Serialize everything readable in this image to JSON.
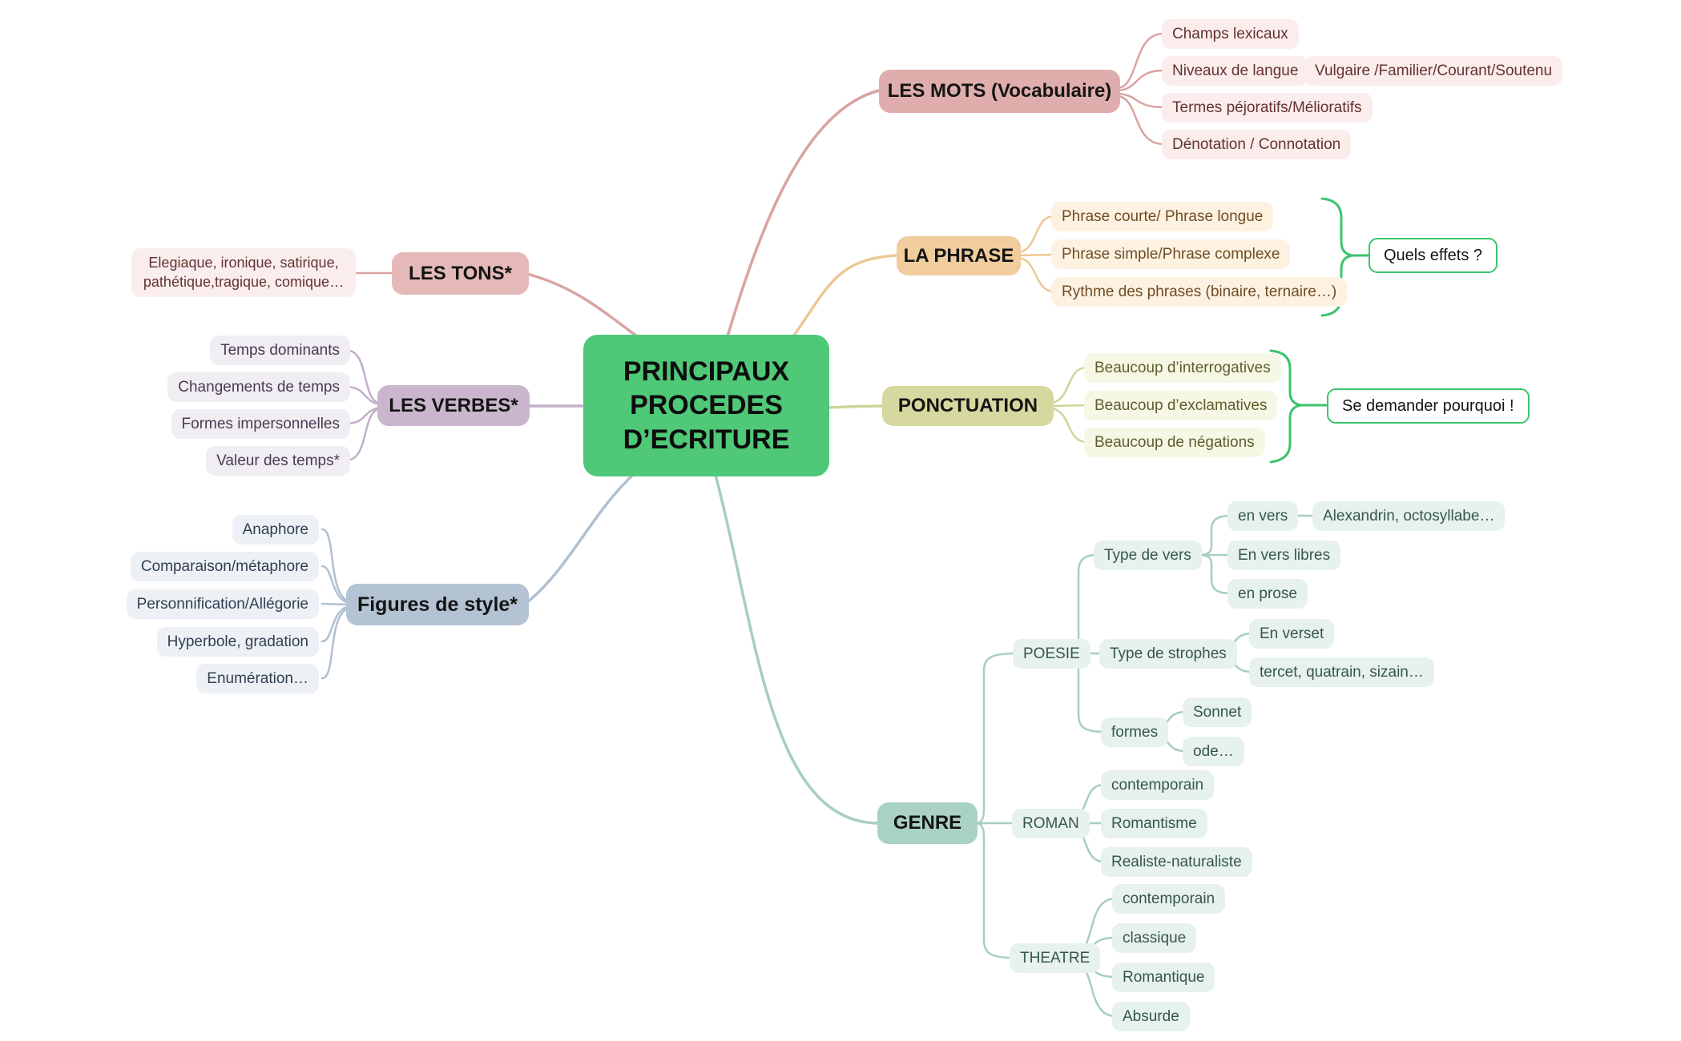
{
  "center": {
    "title": "PRINCIPAUX PROCEDES D’ECRITURE"
  },
  "palette": {
    "center_green": "#4fc878",
    "accent_green": "#3cc46d",
    "mots_pink": "#dfaeac",
    "phrase_orange": "#f1cd9e",
    "ponctuation_olive": "#d6d89f",
    "tons_pink": "#e4b9b7",
    "verbes_purple": "#c9b6cd",
    "figures_blue": "#b3c3d3",
    "genre_teal": "#a9d2c4"
  },
  "branches": {
    "mots": {
      "label": "LES MOTS (Vocabulaire)",
      "children": {
        "champs": "Champs lexicaux",
        "niveaux": "Niveaux de langue",
        "vulgaire": "Vulgaire /Familier/Courant/Soutenu",
        "termes": "Termes péjoratifs/Mélioratifs",
        "denotation": "Dénotation / Connotation"
      }
    },
    "phrase": {
      "label": "LA PHRASE",
      "children": {
        "courte": "Phrase courte/ Phrase longue",
        "simple": "Phrase simple/Phrase complexe",
        "rythme": "Rythme des phrases (binaire, ternaire…)"
      },
      "callout": "Quels effets ?"
    },
    "ponctuation": {
      "label": "PONCTUATION",
      "children": {
        "interrogatives": "Beaucoup d’interrogatives",
        "exclamatives": "Beaucoup d’exclamatives",
        "negations": "Beaucoup de négations"
      },
      "callout": "Se demander pourquoi !"
    },
    "tons": {
      "label": "LES TONS*",
      "children": {
        "liste": "Elegiaque, ironique, satirique, pathétique,tragique, comique…"
      }
    },
    "verbes": {
      "label": "LES VERBES*",
      "children": {
        "temps": "Temps dominants",
        "changements": "Changements de temps",
        "formes": "Formes impersonnelles",
        "valeur": "Valeur des temps*"
      }
    },
    "figures": {
      "label": "Figures de style*",
      "children": {
        "anaphore": "Anaphore",
        "comparaison": "Comparaison/métaphore",
        "personnification": "Personnification/Allégorie",
        "hyperbole": "Hyperbole, gradation",
        "enumeration": "Enumération…"
      }
    },
    "genre": {
      "label": "GENRE",
      "poesie": {
        "label": "POESIE",
        "type_vers": {
          "label": "Type de vers",
          "en_vers": "en vers",
          "alexandrin": "Alexandrin, octosyllabe…",
          "en_vers_libres": "En vers libres",
          "en_prose": "en prose"
        },
        "type_strophes": {
          "label": "Type de strophes",
          "en_verset": "En verset",
          "tercet": "tercet, quatrain, sizain…"
        },
        "formes": {
          "label": "formes",
          "sonnet": "Sonnet",
          "ode": "ode…"
        }
      },
      "roman": {
        "label": "ROMAN",
        "contemporain": "contemporain",
        "romantisme": "Romantisme",
        "realiste": "Realiste-naturaliste"
      },
      "theatre": {
        "label": "THEATRE",
        "contemporain": "contemporain",
        "classique": "classique",
        "romantique": "Romantique",
        "absurde": "Absurde"
      }
    }
  }
}
